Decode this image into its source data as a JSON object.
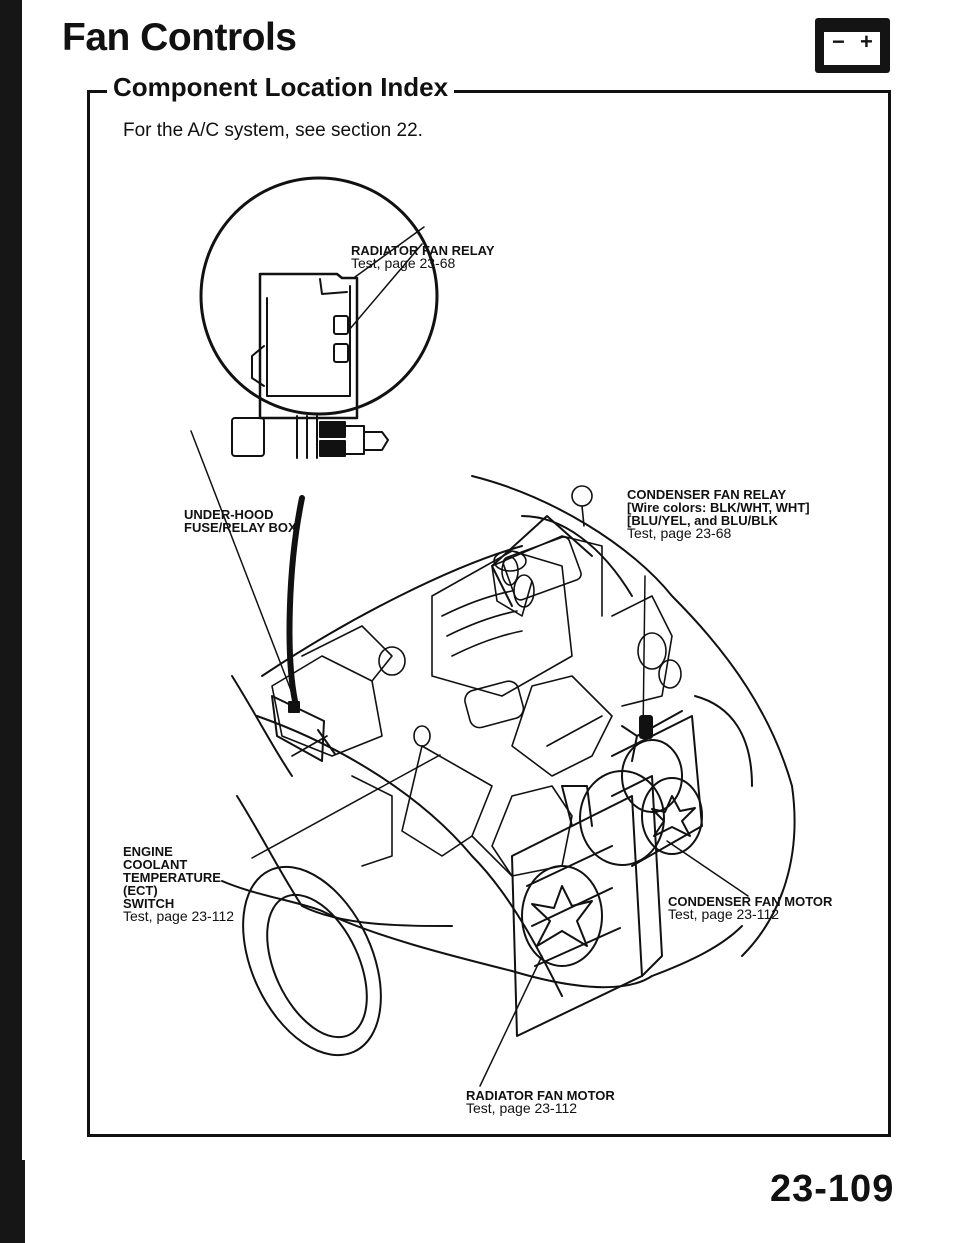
{
  "header": {
    "title": "Fan Controls",
    "subtitle": "Component Location Index"
  },
  "intro_note": "For the A/C system, see section 22.",
  "icons": {
    "battery": "battery-icon",
    "battery_minus": "−",
    "battery_plus": "+"
  },
  "callouts": {
    "radiator_fan_relay": {
      "title": "RADIATOR FAN RELAY",
      "page": "Test, page 23-68"
    },
    "under_hood_box": {
      "title_line1": "UNDER-HOOD",
      "title_line2": "FUSE/RELAY BOX"
    },
    "condenser_fan_relay": {
      "title": "CONDENSER FAN RELAY",
      "wire_line1": "[Wire colors: BLK/WHT, WHT]",
      "wire_line2": "[BLU/YEL, and BLU/BLK",
      "page": "Test, page 23-68"
    },
    "ect_switch": {
      "line1": "ENGINE",
      "line2": "COOLANT",
      "line3": "TEMPERATURE",
      "line4": "(ECT)",
      "line5": "SWITCH",
      "page": "Test, page 23-112"
    },
    "condenser_fan_motor": {
      "title": "CONDENSER FAN MOTOR",
      "page": "Test, page 23-112"
    },
    "radiator_fan_motor": {
      "title": "RADIATOR FAN MOTOR",
      "page": "Test, page 23-112"
    }
  },
  "footer": {
    "page_number": "23-109"
  }
}
